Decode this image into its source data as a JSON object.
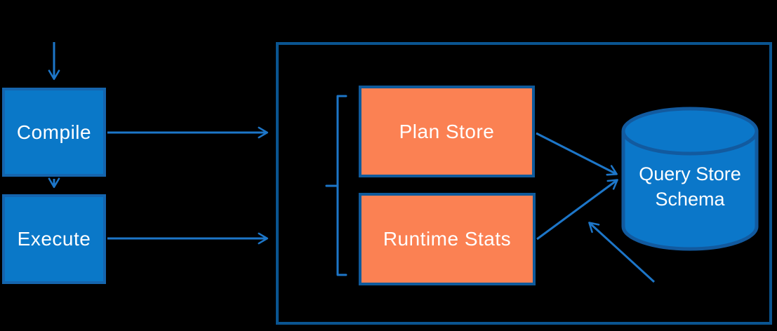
{
  "nodes": {
    "compile": {
      "label": "Compile"
    },
    "execute": {
      "label": "Execute"
    },
    "plan_store": {
      "label": "Plan Store"
    },
    "runtime_stats": {
      "label": "Runtime Stats"
    },
    "query_store_schema": {
      "label": "Query Store Schema"
    }
  },
  "colors": {
    "background": "#000000",
    "blue_node_fill": "#0a78c8",
    "blue_node_border": "#1565ae",
    "orange_node_fill": "#fb8153",
    "orange_node_border": "#0f5a9b",
    "container_border": "#0a5591",
    "arrow": "#1d76c8",
    "cylinder_fill": "#0b77c9",
    "cylinder_border": "#125a9f",
    "text": "#ffffff"
  }
}
